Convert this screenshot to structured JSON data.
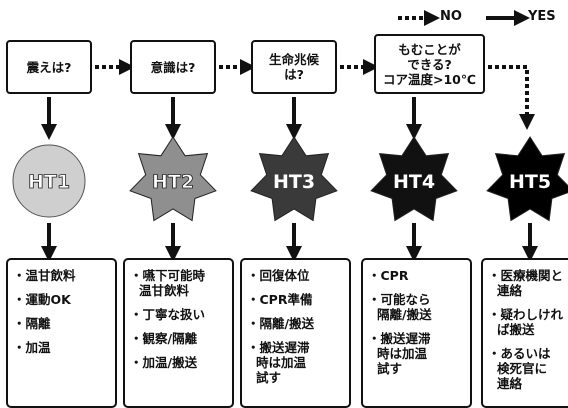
{
  "legend": {
    "no_label": "NO",
    "yes_label": "YES"
  },
  "questions": [
    {
      "text": "震えは?"
    },
    {
      "text": "意識は?"
    },
    {
      "text": "生命兆候\nは?"
    },
    {
      "text": "もむことが\nできる?\nコア温度>10℃"
    }
  ],
  "stages": [
    {
      "label": "HT1",
      "shape": "circle",
      "fill": "#cfcfcf"
    },
    {
      "label": "HT2",
      "shape": "star",
      "fill": "#8f8f8f"
    },
    {
      "label": "HT3",
      "shape": "star",
      "fill": "#3a3a3a"
    },
    {
      "label": "HT4",
      "shape": "star",
      "fill": "#111111"
    },
    {
      "label": "HT5",
      "shape": "star",
      "fill": "#000000"
    }
  ],
  "actions": [
    {
      "items": [
        "温甘飲料",
        "運動OK",
        "隔離",
        "加温"
      ]
    },
    {
      "items": [
        "嚥下可能時\n温甘飲料",
        "丁寧な扱い",
        "観察/隔離",
        "加温/搬送"
      ]
    },
    {
      "items": [
        "回復体位",
        "CPR準備",
        "隔離/搬送",
        "搬送遅滞\n時は加温\n試す"
      ]
    },
    {
      "items": [
        "CPR",
        "可能なら\n隔離/搬送",
        "搬送遅滞\n時は加温\n試す"
      ]
    },
    {
      "items": [
        "医療機関と\n連絡",
        "疑わしけれ\nば搬送",
        "あるいは\n検死官に\n連絡"
      ]
    }
  ]
}
